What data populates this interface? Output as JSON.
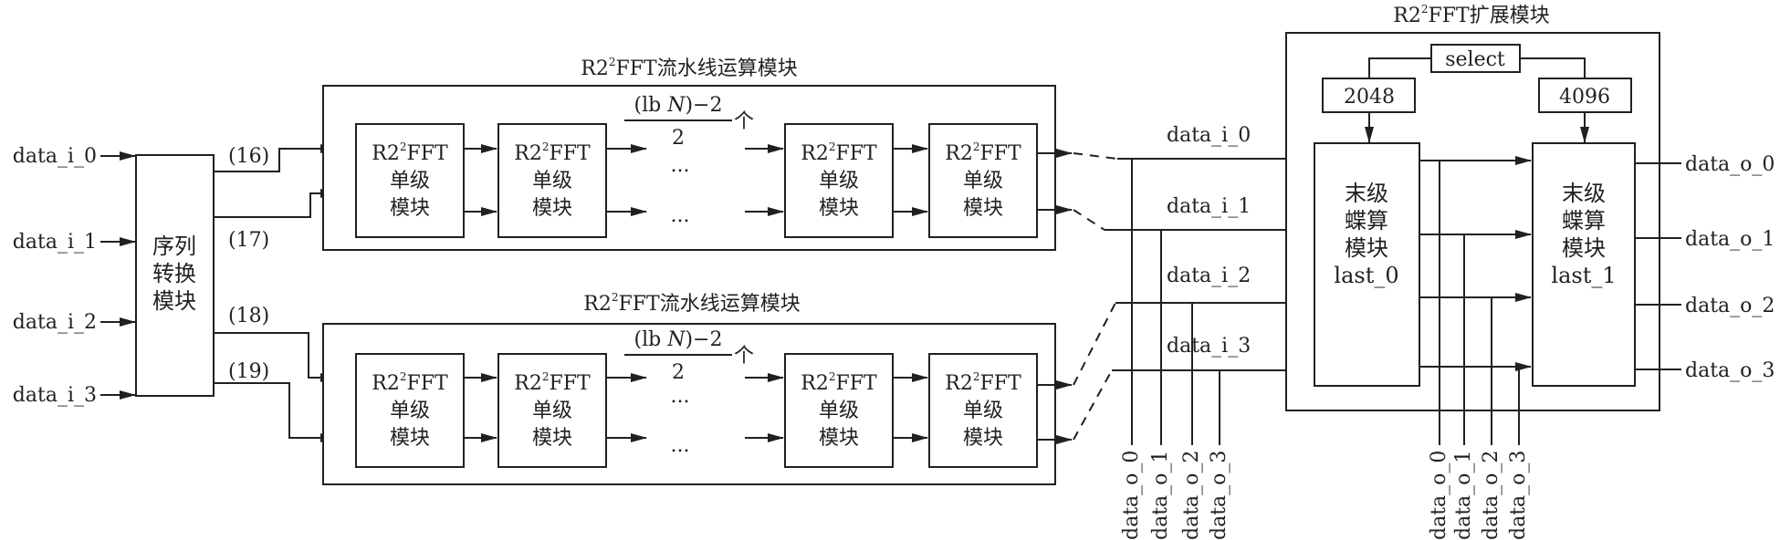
{
  "pipeline_top": {
    "title_pre": "R2",
    "title_sup": "2",
    "title_post": "FFT流水线运算模块"
  },
  "pipeline_bottom": {
    "title_pre": "R2",
    "title_sup": "2",
    "title_post": "FFT流水线运算模块"
  },
  "expansion": {
    "title_pre": "R2",
    "title_sup": "2",
    "title_post": "FFT扩展模块",
    "select": "select",
    "left_value": "2048",
    "right_value": "4096"
  },
  "stage": {
    "line1_pre": "R2",
    "line1_sup": "2",
    "line1_post": "FFT",
    "line2": "单级",
    "line3": "模块"
  },
  "stage_count": {
    "numerator_pre": "(lb ",
    "numerator_var": "N",
    "numerator_post": ")−2",
    "denominator": "2",
    "unit": "个",
    "ellipsis": "..."
  },
  "converter": {
    "lines": [
      "序列",
      "转换",
      "模块"
    ]
  },
  "inputs": [
    "data_i_0",
    "data_i_1",
    "data_i_2",
    "data_i_3"
  ],
  "widths": [
    "(16)",
    "(17)",
    "(18)",
    "(19)"
  ],
  "mid_labels": [
    "data_i_0",
    "data_i_1",
    "data_i_2",
    "data_i_3"
  ],
  "last0": {
    "lines": [
      "末级",
      "蝶算",
      "模块",
      "last_0"
    ]
  },
  "last1": {
    "lines": [
      "末级",
      "蝶算",
      "模块",
      "last_1"
    ]
  },
  "outputs": [
    "data_o_0",
    "data_o_1",
    "data_o_2",
    "data_o_3"
  ],
  "taps_a": [
    "data_o_0",
    "data_o_1",
    "data_o_2",
    "data_o_3"
  ],
  "taps_b": [
    "data_o_0",
    "data_o_1",
    "data_o_2",
    "data_o_3"
  ]
}
